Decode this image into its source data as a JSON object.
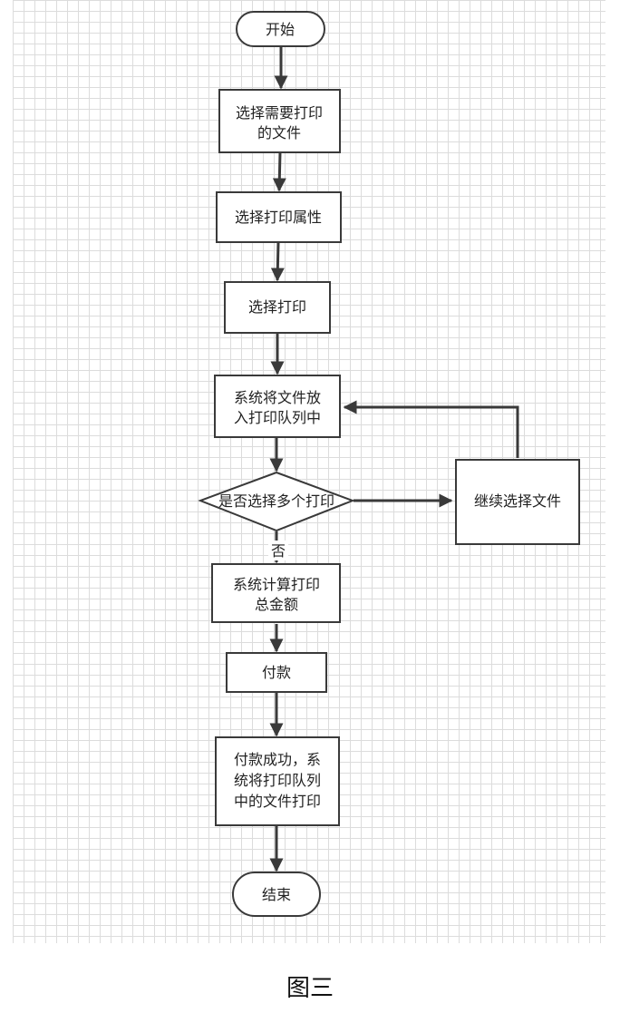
{
  "diagram": {
    "nodes": {
      "start": {
        "lines": [
          "开始"
        ]
      },
      "select_files": {
        "lines": [
          "选择需要打印",
          "的文件"
        ]
      },
      "select_props": {
        "lines": [
          "选择打印属性"
        ]
      },
      "select_print": {
        "lines": [
          "选择打印"
        ]
      },
      "enqueue": {
        "lines": [
          "系统将文件放",
          "入打印队列中"
        ]
      },
      "decision": {
        "lines": [
          "是否选择多个打印"
        ]
      },
      "continue": {
        "lines": [
          "继续选择文件"
        ]
      },
      "compute": {
        "lines": [
          "系统计算打印",
          "总金额"
        ]
      },
      "pay": {
        "lines": [
          "付款"
        ]
      },
      "success": {
        "lines": [
          "付款成功，系",
          "统将打印队列",
          "中的文件打印"
        ]
      },
      "end": {
        "lines": [
          "结束"
        ]
      }
    },
    "edge_labels": {
      "no": "否"
    }
  },
  "caption": "图三"
}
